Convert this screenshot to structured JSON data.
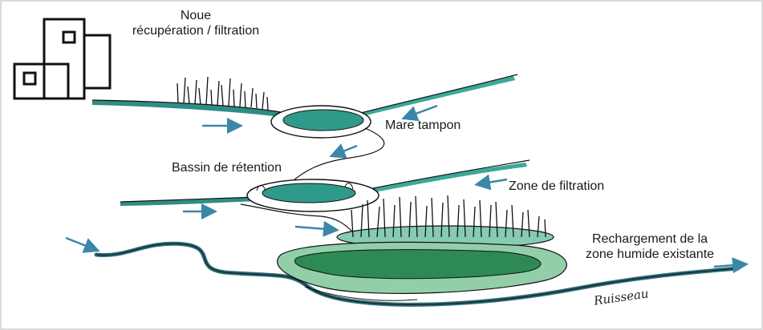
{
  "labels": {
    "noue_line1": "Noue",
    "noue_line2": "récupération / filtration",
    "mare": "Mare tampon",
    "bassin": "Bassin de rétention",
    "zone_filtration": "Zone de filtration",
    "recharge_line1": "Rechargement de la",
    "recharge_line2": "zone humide existante",
    "ruisseau": "Ruisseau"
  },
  "colors": {
    "ink": "#1a1a1a",
    "water_dark": "#2f8d84",
    "water_mid": "#3aa999",
    "water_light": "#86cbb2",
    "green_dark": "#2e8a55",
    "green_light": "#92cfa8",
    "arrow": "#3b87a8",
    "frame": "#cfcfcf"
  },
  "icons": [
    "building-icon",
    "flow-arrow-icon",
    "reed-icon"
  ]
}
